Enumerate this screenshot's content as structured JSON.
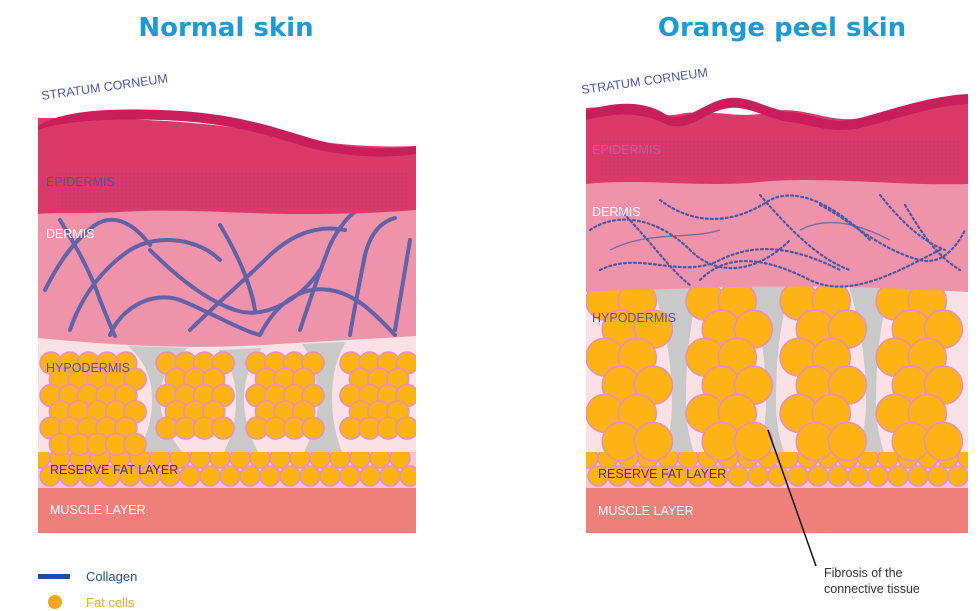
{
  "left_panel": {
    "title": "Normal skin",
    "labels": {
      "stratum_corneum": "STRATUM CORNEUM",
      "epidermis": "EPIDERMIS",
      "dermis": "DERMIS",
      "hypodermis": "HYPODERMIS",
      "reserve_fat": "RESERVE FAT LAYER",
      "muscle": "MUSCLE LAYER"
    }
  },
  "right_panel": {
    "title": "Orange peel skin",
    "labels": {
      "stratum_corneum": "STRATUM CORNEUM",
      "epidermis": "EPIDERMIS",
      "dermis": "DERMIS",
      "hypodermis": "HYPODERMIS",
      "reserve_fat": "RESERVE FAT LAYER",
      "muscle": "MUSCLE LAYER"
    },
    "annotation_line1": "Fibrosis of the",
    "annotation_line2": "connective tissue"
  },
  "legend": {
    "collagen": "Collagen",
    "fat_cells": "Fat cells"
  },
  "colors": {
    "title": "#1a9bd7",
    "stratum_corneum": "#c81e5a",
    "epidermis": "#d93a6a",
    "dermis": "#ef93ab",
    "hypodermis": "#f9e1e6",
    "fat_cell": "#fbb316",
    "fat_cell_outline": "#e98ec0",
    "septa": "#c8c8c8",
    "muscle": "#ee807c",
    "collagen": "#4a5aa8",
    "legend_collagen": "#1d4f9c",
    "legend_fat": "#f4a623"
  }
}
